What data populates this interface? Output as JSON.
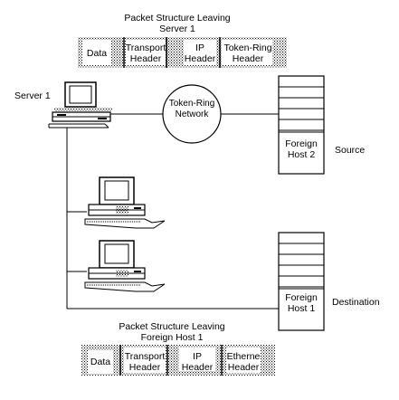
{
  "top_packet": {
    "title": "Packet Structure Leaving\nServer 1",
    "segments": [
      "Data",
      "Transport\nHeader",
      "IP\nHeader",
      "Token-Ring\nHeader"
    ]
  },
  "bottom_packet": {
    "title": "Packet Structure Leaving\nForeign Host 1",
    "segments": [
      "Data",
      "Transport\nHeader",
      "IP\nHeader",
      "Etherne\nHeader"
    ]
  },
  "nodes": {
    "server": "Server 1",
    "network": "Token-Ring\nNetwork",
    "host2": "Foreign\nHost 2",
    "host1": "Foreign\nHost 1",
    "source": "Source",
    "destination": "Destination"
  },
  "colors": {
    "line": "#000000",
    "fill": "#ffffff",
    "stipple": "#000000"
  }
}
